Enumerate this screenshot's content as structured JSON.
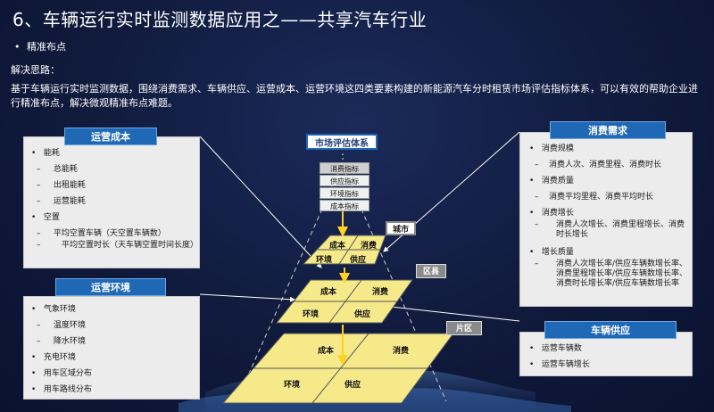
{
  "title": "6、车辆运行实时监测数据应用之——共享汽车行业",
  "bullet": "精准布点",
  "approach_label": "解决思路：",
  "description": "基于车辆运行实时监测数据，围绕消费需求、车辆供应、运营成本、运营环境这四类要素构建的新能源汽车分时租赁市场评估指标体系，可以有效的帮助企业进行精准布点，解决微观精准布点难题。",
  "left_top_panel": {
    "title": "运营成本",
    "items": [
      {
        "level": 1,
        "marker": "•",
        "text": "能耗"
      },
      {
        "level": 2,
        "marker": "–",
        "text": "总能耗"
      },
      {
        "level": 2,
        "marker": "–",
        "text": "出租能耗"
      },
      {
        "level": 2,
        "marker": "–",
        "text": "运营能耗"
      },
      {
        "level": 1,
        "marker": "•",
        "text": "空置"
      },
      {
        "level": 2,
        "marker": "–",
        "text": "平均空置车辆（天空置车辆数）"
      },
      {
        "level": 2,
        "marker": "–",
        "text": "平均空置时长（天车辆空置时间长度）"
      }
    ]
  },
  "left_bottom_panel": {
    "title": "运营环境",
    "items": [
      {
        "level": 1,
        "marker": "•",
        "text": "气象环境"
      },
      {
        "level": 2,
        "marker": "–",
        "text": "温度环境"
      },
      {
        "level": 2,
        "marker": "–",
        "text": "降水环境"
      },
      {
        "level": 1,
        "marker": "•",
        "text": "充电环境"
      },
      {
        "level": 1,
        "marker": "•",
        "text": "用车区域分布"
      },
      {
        "level": 1,
        "marker": "•",
        "text": "用车路线分布"
      }
    ]
  },
  "right_top_panel": {
    "title": "消费需求",
    "items": [
      {
        "level": 1,
        "marker": "•",
        "text": "消费规模"
      },
      {
        "level": 2,
        "marker": "–",
        "text": "消费人次、消费里程、消费时长"
      },
      {
        "level": 1,
        "marker": "•",
        "text": "消费质量"
      },
      {
        "level": 2,
        "marker": "–",
        "text": "消费平均里程、消费平均时长"
      },
      {
        "level": 1,
        "marker": "•",
        "text": "消费增长"
      },
      {
        "level": 2,
        "marker": "–",
        "text": "消费人次增长、消费里程增长、消费时长增长"
      },
      {
        "level": 1,
        "marker": "•",
        "text": "增长质量"
      },
      {
        "level": 2,
        "marker": "–",
        "text": "消费人次增长率/供应车辆数增长率、消费里程增长率/供应车辆数增长率、消费时长增长率/供应车辆数增长率"
      }
    ]
  },
  "right_bottom_panel": {
    "title": "车辆供应",
    "items": [
      {
        "level": 1,
        "marker": "•",
        "text": "运营车辆数"
      },
      {
        "level": 1,
        "marker": "•",
        "text": "运营车辆增长"
      }
    ]
  },
  "diagram": {
    "system_title": "市场评估体系",
    "indicators": [
      "消费指标",
      "供应指标",
      "环境指标",
      "成本指标"
    ],
    "levels": [
      {
        "tag": "城市",
        "cells": [
          "成本",
          "消费",
          "环境",
          "供应"
        ]
      },
      {
        "tag": "区县",
        "cells": [
          "成本",
          "消费",
          "环境",
          "供应"
        ]
      },
      {
        "tag": "片区",
        "cells": [
          "成本",
          "消费",
          "环境",
          "供应"
        ]
      }
    ]
  },
  "colors": {
    "panel_header": "#1f68b5",
    "tile_yellow": "#f5e98a",
    "tag_gray": "#8a8a8a",
    "arrow_yellow": "#ffd21f"
  }
}
